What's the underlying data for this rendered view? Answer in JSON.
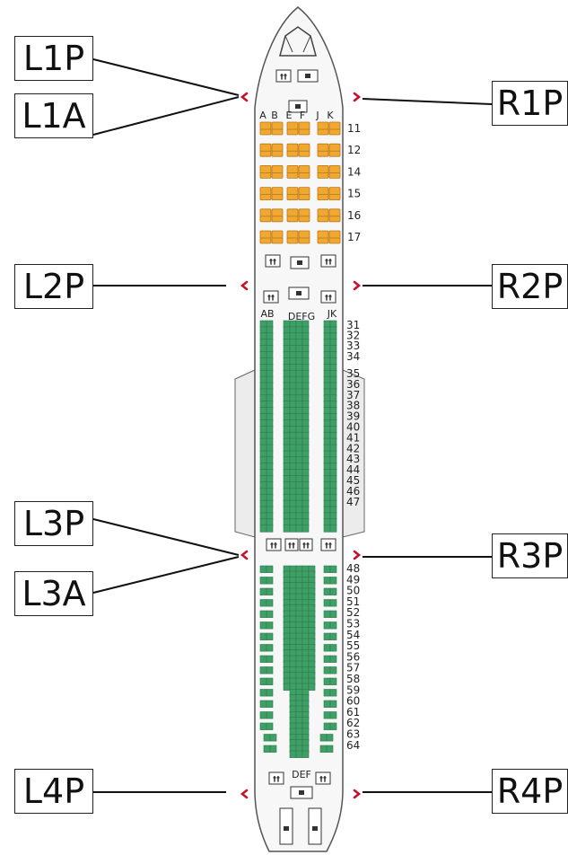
{
  "doors": {
    "L1P": "L1P",
    "L1A": "L1A",
    "R1P": "R1P",
    "L2P": "L2P",
    "R2P": "R2P",
    "L3P": "L3P",
    "L3A": "L3A",
    "R3P": "R3P",
    "L4P": "L4P",
    "R4P": "R4P"
  },
  "first_class": {
    "seat_letters": [
      "A",
      "B",
      "E",
      "F",
      "J",
      "K"
    ],
    "rows": [
      "11",
      "12",
      "14",
      "15",
      "16",
      "17"
    ]
  },
  "economy": {
    "seat_letters": [
      "A",
      "B",
      "D",
      "E",
      "F",
      "G",
      "J",
      "K"
    ],
    "rows_front": [
      "31",
      "32",
      "33",
      "34",
      "35",
      "36",
      "37",
      "38",
      "39",
      "40",
      "41",
      "42",
      "43",
      "44",
      "45",
      "46",
      "47"
    ],
    "rows_rear": [
      "48",
      "49",
      "50",
      "51",
      "52",
      "53",
      "54",
      "55",
      "56",
      "57",
      "58",
      "59",
      "60",
      "61",
      "62",
      "63",
      "64"
    ],
    "rear_galley_letters": "DEF"
  },
  "colors": {
    "first_seat": "#f0a830",
    "economy_seat": "#3fa067",
    "door_arrow": "#c8102e",
    "outline": "#333333"
  },
  "icons": {
    "lavatory": "lavatory-icon",
    "galley": "galley-icon",
    "door": "door-arrow-icon"
  }
}
